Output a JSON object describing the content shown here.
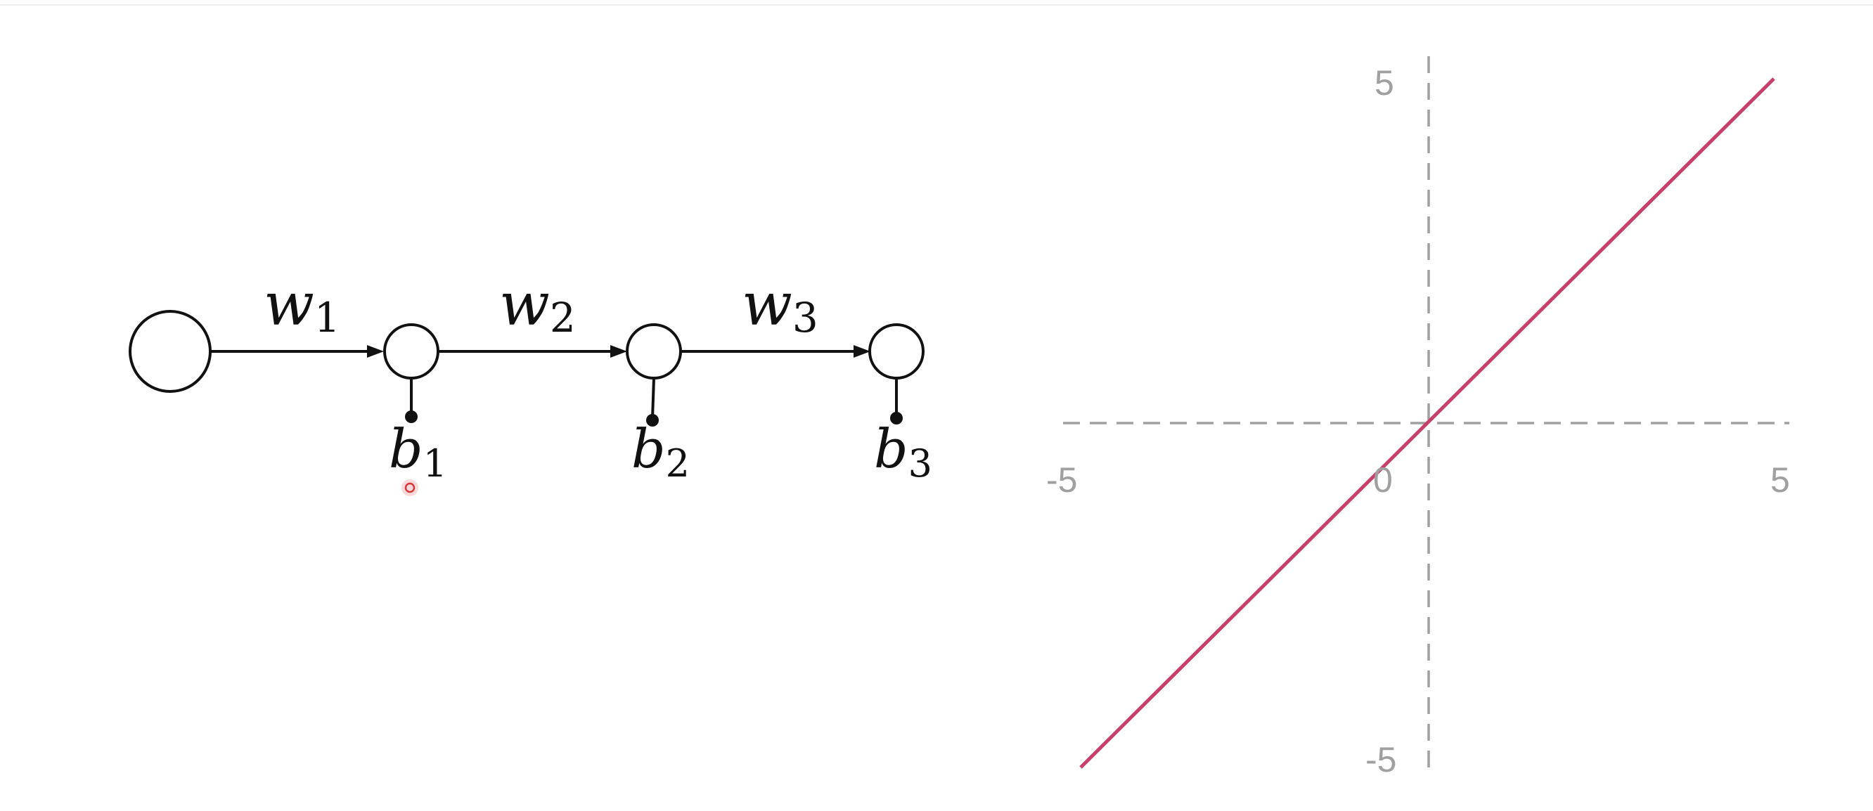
{
  "network": {
    "weights": [
      {
        "symbol": "w",
        "index": "1"
      },
      {
        "symbol": "w",
        "index": "2"
      },
      {
        "symbol": "w",
        "index": "3"
      }
    ],
    "biases": [
      {
        "symbol": "b",
        "index": "1"
      },
      {
        "symbol": "b",
        "index": "2"
      },
      {
        "symbol": "b",
        "index": "3"
      }
    ]
  },
  "plot": {
    "type": "line",
    "line_color": "#c8406a",
    "axis_color": "#a0a0a0",
    "ticks": {
      "y_top": "5",
      "y_bottom": "-5",
      "x_left": "-5",
      "x_right": "5",
      "origin": "0"
    }
  },
  "chart_data": {
    "type": "line",
    "xlim": [
      -5,
      5
    ],
    "ylim": [
      -5,
      5
    ],
    "axes_style": "dashed",
    "series": [
      {
        "x": [
          -5,
          5
        ],
        "y": [
          -5,
          5
        ]
      }
    ]
  }
}
